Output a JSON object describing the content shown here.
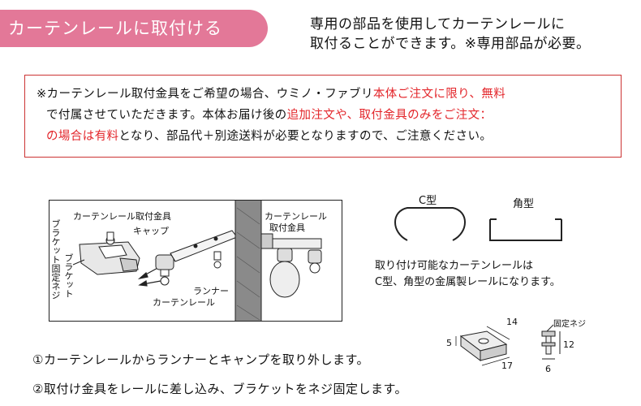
{
  "header": {
    "tag_label": "カーテンレールに取付ける",
    "intro_line1": "専用の部品を使用してカーテンレールに",
    "intro_line2": "取付ることができます。※専用部品が必要。"
  },
  "notice": {
    "l1_a": "※カーテンレール取付金具をご希望の場合、ウミノ・ファブリ",
    "l1_b": "本体ご注文に限り、無料",
    "l2_a": "で付属させていただきます。本体お届け後の",
    "l2_b": "追加注文や、取付金具のみをご注文：",
    "l3_a": "の場合は有料",
    "l3_b": "となり、部品代＋別途送料が必要となりますので、ご注意ください。",
    "accent_color": "#e3262b",
    "border_color": "#cc3333"
  },
  "figure_main": {
    "label_fitting": "カーテンレール取付金具",
    "label_cap": "キャップ",
    "label_runner": "ランナー",
    "label_rail": "カーテンレール",
    "label_bracket_screw": "ブラケット固定ネジ",
    "label_bracket": "ブラケット",
    "label_rail2_a": "カーテンレール",
    "label_rail2_b": "取付金具"
  },
  "profiles": {
    "c_label": "C型",
    "square_label": "角型"
  },
  "compat": {
    "line1": "取り付け可能なカーテンレールは",
    "line2": "C型、角型の金属製レールになります。"
  },
  "dimensions": {
    "d14": "14",
    "d5": "5",
    "d17": "17",
    "screw_label": "固定ネジ",
    "d12": "12",
    "d6": "6"
  },
  "steps": {
    "step1": "①カーテンレールからランナーとキャンプを取り外します。",
    "step2": "②取付け金具をレールに差し込み、ブラケットをネジ固定します。"
  },
  "colors": {
    "tag_bg": "#e37898"
  }
}
